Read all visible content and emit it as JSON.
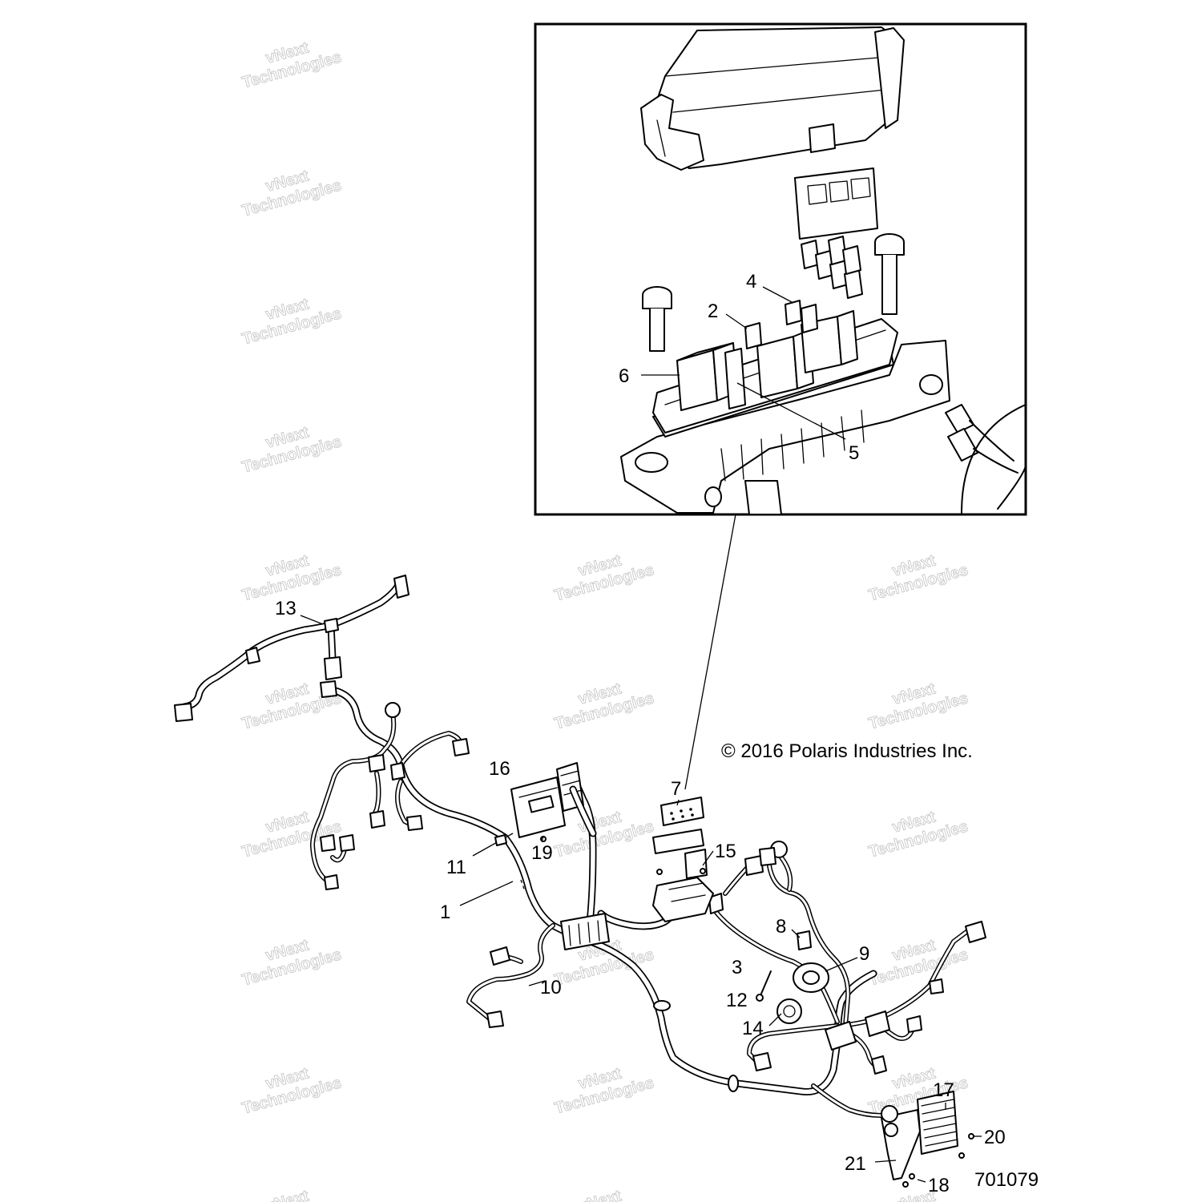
{
  "diagram": {
    "copyright": "© 2016 Polaris Industries Inc.",
    "drawing_number": "701079",
    "watermark": [
      "vNext",
      "Technologies"
    ],
    "callouts": [
      "1",
      "2",
      "3",
      "4",
      "5",
      "6",
      "7",
      "8",
      "9",
      "10",
      "11",
      "12",
      "13",
      "14",
      "15",
      "16",
      "17",
      "18",
      "19",
      "20",
      "21"
    ]
  }
}
